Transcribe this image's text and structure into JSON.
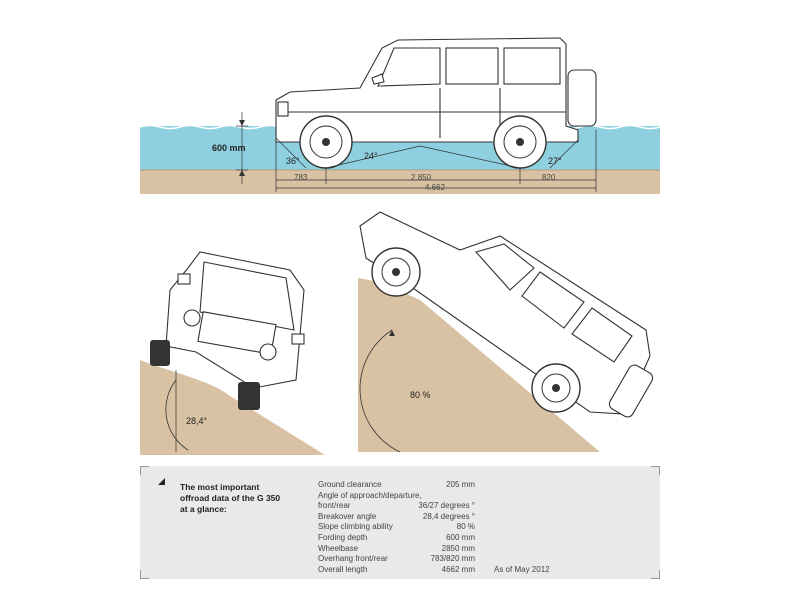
{
  "side_view": {
    "fording_depth_label": "600 mm",
    "approach_angle": "36°",
    "breakover_angle": "24°",
    "departure_angle": "27°",
    "dim_front_overhang": "783",
    "dim_wheelbase": "2.850",
    "dim_rear_overhang": "820",
    "dim_overall_length": "4.662"
  },
  "front_view": {
    "tilt_angle": "28,4°"
  },
  "climb_view": {
    "slope_label": "80 %"
  },
  "summary": {
    "heading_lines": [
      "The most important",
      "offroad data of the G 350",
      "at a glance:"
    ],
    "rows": [
      {
        "key": "Ground clearance",
        "value": "205 mm",
        "note": ""
      },
      {
        "key": "Angle of approach/departure,",
        "value": "",
        "note": ""
      },
      {
        "key": "front/rear",
        "value": "36/27 degrees °",
        "note": ""
      },
      {
        "key": "Breakover angle",
        "value": "28,4 degrees °",
        "note": ""
      },
      {
        "key": "Slope climbing ability",
        "value": "80 %",
        "note": ""
      },
      {
        "key": "Fording depth",
        "value": "600 mm",
        "note": ""
      },
      {
        "key": "Wheelbase",
        "value": "2850 mm",
        "note": ""
      },
      {
        "key": "Overhang front/rear",
        "value": "783/820 mm",
        "note": ""
      },
      {
        "key": "Overall length",
        "value": "4662 mm",
        "note": "As of May 2012"
      }
    ]
  },
  "colors": {
    "water": "#8fd0e0",
    "ground": "#d9c2a3",
    "line": "#333333"
  }
}
